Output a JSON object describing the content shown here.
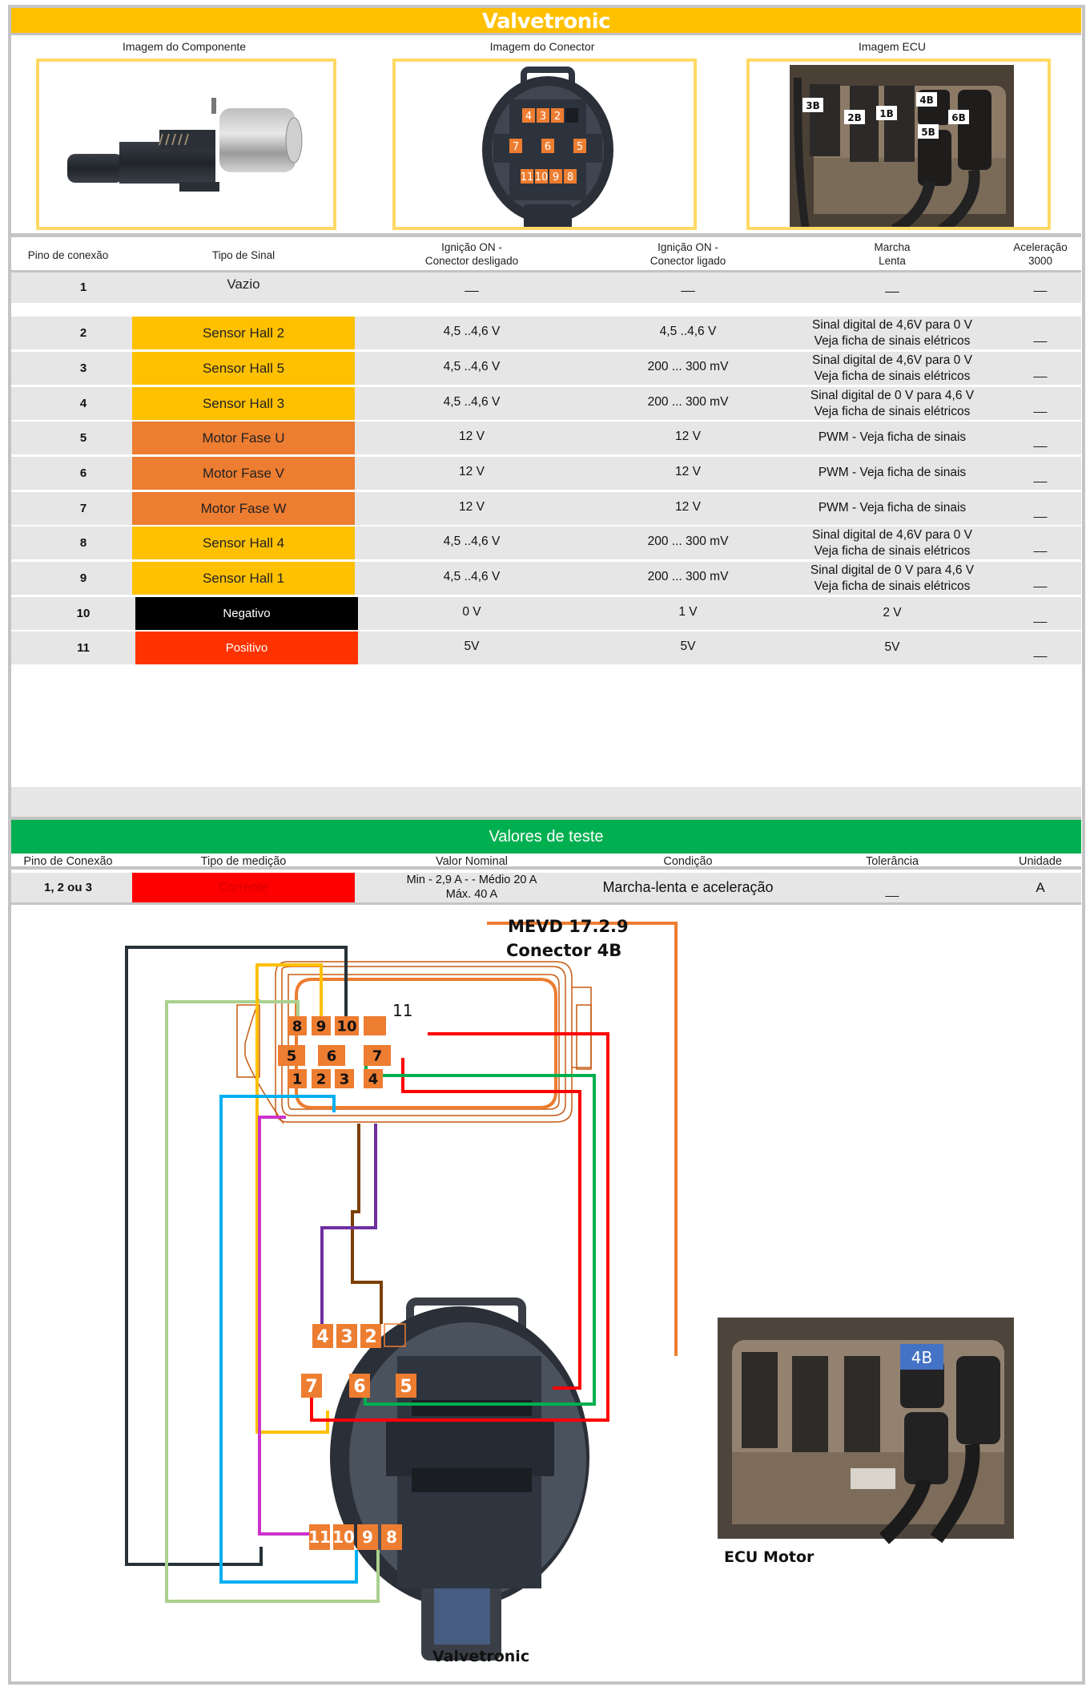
{
  "title": "Valvetronic",
  "images": {
    "component_label": "Imagem do Componente",
    "connector_label": "Imagem do Conector",
    "ecu_label": "Imagem ECU",
    "connector_pins_top": [
      "4",
      "3",
      "2"
    ],
    "connector_pins_mid": [
      "7",
      "6",
      "5"
    ],
    "connector_pins_bottom": [
      "11",
      "10",
      "9",
      "8"
    ],
    "ecu_connectors": [
      "3B",
      "2B",
      "1B",
      "4B",
      "5B",
      "6B"
    ]
  },
  "table": {
    "headers": {
      "pin": "Pino de conexão",
      "signal": "Tipo de Sinal",
      "ign_off_line1": "Ignição ON -",
      "ign_off_line2": "Conector desligado",
      "ign_on_line1": "Ignição ON -",
      "ign_on_line2": "Conector ligado",
      "idle_line1": "Marcha",
      "idle_line2": "Lenta",
      "accel_line1": "Aceleração",
      "accel_line2": "3000"
    },
    "rows": [
      {
        "pin": "1",
        "signal": "Vazio",
        "signal_color": "",
        "text_color": "#222222",
        "ign_off": "__",
        "ign_on": "__",
        "idle1": "__",
        "idle2": "",
        "accel": "__"
      },
      {
        "pin": "2",
        "signal": "Sensor Hall 2",
        "signal_color": "#ffc000",
        "text_color": "#222222",
        "ign_off": "4,5 ..4,6 V",
        "ign_on": "4,5 ..4,6 V",
        "idle1": "Sinal digital de 4,6V para 0 V",
        "idle2": "Veja ficha de sinais elétricos",
        "accel": "__"
      },
      {
        "pin": "3",
        "signal": "Sensor Hall 5",
        "signal_color": "#ffc000",
        "text_color": "#222222",
        "ign_off": "4,5 ..4,6 V",
        "ign_on": "200 ... 300 mV",
        "idle1": "Sinal digital de 4,6V para 0 V",
        "idle2": "Veja ficha de sinais elétricos",
        "accel": "__"
      },
      {
        "pin": "4",
        "signal": "Sensor Hall 3",
        "signal_color": "#ffc000",
        "text_color": "#222222",
        "ign_off": "4,5 ..4,6 V",
        "ign_on": "200 ... 300 mV",
        "idle1": "Sinal digital de 0 V para  4,6 V",
        "idle2": "Veja ficha de sinais elétricos",
        "accel": "__"
      },
      {
        "pin": "5",
        "signal": "Motor Fase U",
        "signal_color": "#ed7d31",
        "text_color": "#222222",
        "ign_off": "12 V",
        "ign_on": "12 V",
        "idle1": "PWM - Veja ficha de sinais",
        "idle2": "",
        "accel": "__"
      },
      {
        "pin": "6",
        "signal": "Motor Fase V",
        "signal_color": "#ed7d31",
        "text_color": "#222222",
        "ign_off": "12 V",
        "ign_on": "12 V",
        "idle1": "PWM - Veja ficha de sinais",
        "idle2": "",
        "accel": "__"
      },
      {
        "pin": "7",
        "signal": "Motor Fase W",
        "signal_color": "#ed7d31",
        "text_color": "#222222",
        "ign_off": "12 V",
        "ign_on": "12 V",
        "idle1": "PWM - Veja ficha de sinais",
        "idle2": "",
        "accel": "__"
      },
      {
        "pin": "8",
        "signal": "Sensor Hall 4",
        "signal_color": "#ffc000",
        "text_color": "#222222",
        "ign_off": "4,5 ..4,6 V",
        "ign_on": "200 ... 300 mV",
        "idle1": "Sinal digital de 4,6V para 0 V",
        "idle2": "Veja ficha de sinais elétricos",
        "accel": "__"
      },
      {
        "pin": "9",
        "signal": "Sensor Hall 1",
        "signal_color": "#ffc000",
        "text_color": "#222222",
        "ign_off": "4,5 ..4,6 V",
        "ign_on": "200 ... 300 mV",
        "idle1": "Sinal digital de 0 V para  4,6 V",
        "idle2": "Veja ficha de sinais elétricos",
        "accel": "__"
      },
      {
        "pin": "10",
        "signal": "Negativo",
        "signal_color": "#000000",
        "text_color": "#ffffff",
        "ign_off": "0 V",
        "ign_on": "1 V",
        "idle1": "2 V",
        "idle2": "",
        "accel": "__"
      },
      {
        "pin": "11",
        "signal": "Positivo",
        "signal_color": "#ff3300",
        "text_color": "#ffffff",
        "ign_off": "5V",
        "ign_on": "5V",
        "idle1": "5V",
        "idle2": "",
        "accel": "__"
      }
    ]
  },
  "test_values": {
    "title": "Valores de teste",
    "headers": [
      "Pino de Conexão",
      "Tipo de medição",
      "Valor Nominal",
      "Condição",
      "Tolerância",
      "Unidade"
    ],
    "row": {
      "pin": "1, 2 ou 3",
      "measurement": "Corrente",
      "measurement_color": "#ff0000",
      "nominal_line1": "Min - 2,9 A  - -  Médio 20 A",
      "nominal_line2": "Máx. 40 A",
      "condition": "Marcha-lenta e aceleração",
      "tolerance": "__",
      "unit": "A"
    }
  },
  "diagram": {
    "ecu_model": "MEVD 17.2.9",
    "ecu_connector": "Conector 4B",
    "ecu_label": "ECU Motor",
    "ecu_tag": "4B",
    "component_label": "Valvetronic",
    "ecu_pin_rows": [
      [
        "8",
        "9",
        "10",
        "11"
      ],
      [
        "5",
        "6",
        "7"
      ],
      [
        "1",
        "2",
        "3",
        "4"
      ]
    ],
    "component_pin_rows": [
      [
        "4",
        "3",
        "2"
      ],
      [
        "7",
        "6",
        "5"
      ],
      [
        "11",
        "10",
        "9",
        "8"
      ]
    ],
    "wire_colors": {
      "pin1_to_11": "#cc33cc",
      "pin2_to_9": "#00b0f0",
      "pin3_to_2": "#7b3f00",
      "pin4_to_4": "#7030a0",
      "pin5_to_5": "#ff0000",
      "pin6_to_6": "#00b050",
      "pin7_to_7": "#ff0000",
      "pin8_to_8": "#a9d18e",
      "pin9_to_3": "#ffc000",
      "pin10_to_10": "#263238",
      "ecu_link": "#ed7d31"
    }
  }
}
